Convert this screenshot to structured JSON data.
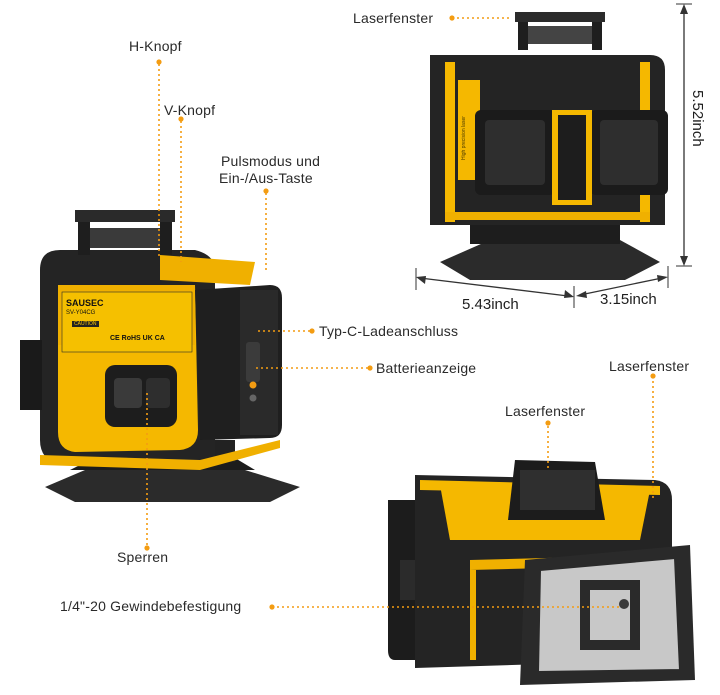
{
  "labels": {
    "laserfenster_top": "Laserfenster",
    "h_knopf": "H-Knopf",
    "v_knopf": "V-Knopf",
    "pulsmodus_line1": "Pulsmodus und",
    "pulsmodus_line2": "Ein-/Aus-Taste",
    "typc": "Typ-C-Ladeanschluss",
    "batterie": "Batterieanzeige",
    "sperren": "Sperren",
    "laserfenster_right": "Laserfenster",
    "laserfenster_bottom": "Laserfenster",
    "gewinde": "1/4\"-20 Gewindebefestigung"
  },
  "dimensions": {
    "height": "5.52inch",
    "width": "5.43inch",
    "depth": "3.15inch"
  },
  "product": {
    "brand": "SAUSEC",
    "model": "SV-Y04CG",
    "caution": "CAUTION",
    "marks": "CE RoHS UK CA",
    "side_text": "High precision laser"
  },
  "colors": {
    "accent": "#f39c12",
    "yellow": "#f5b800",
    "body": "#232323"
  }
}
